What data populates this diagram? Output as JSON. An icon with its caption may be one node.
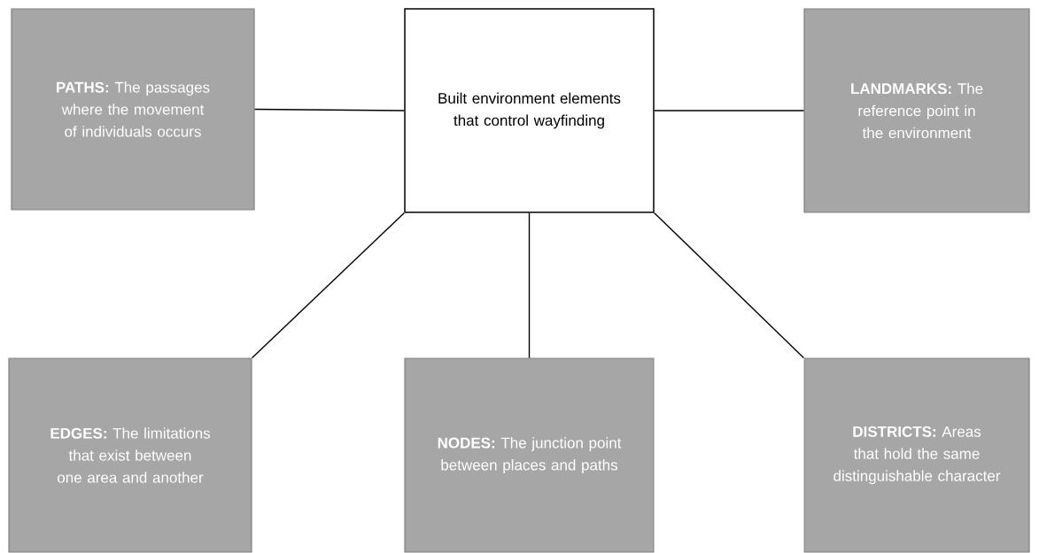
{
  "diagram": {
    "nodes": [
      {
        "text": [
          "**PATHS:** The passages where the movement of individuals occurs"
        ]
      },
      {
        "text": [
          "Built environment elements that control wayfinding"
        ]
      },
      {
        "text": [
          "**LANDMARKS:** The reference point in the environment"
        ]
      },
      {
        "text": [
          "**EDGES:** The limitations that exist between one area and another"
        ]
      },
      {
        "text": [
          "**NODES:** The junction point between places and paths"
        ]
      },
      {
        "text": [
          "**DISTRICTS:** Areas that hold the same distinguishable character"
        ]
      }
    ],
    "edges": [
      {
        "from": 1,
        "to": 0,
        "arrow": "none"
      },
      {
        "from": 1,
        "to": 2,
        "arrow": "none"
      },
      {
        "from": 1,
        "to": 3,
        "arrow": "none"
      },
      {
        "from": 1,
        "to": 4,
        "arrow": "none"
      },
      {
        "from": 1,
        "to": 5,
        "arrow": "none"
      }
    ]
  }
}
